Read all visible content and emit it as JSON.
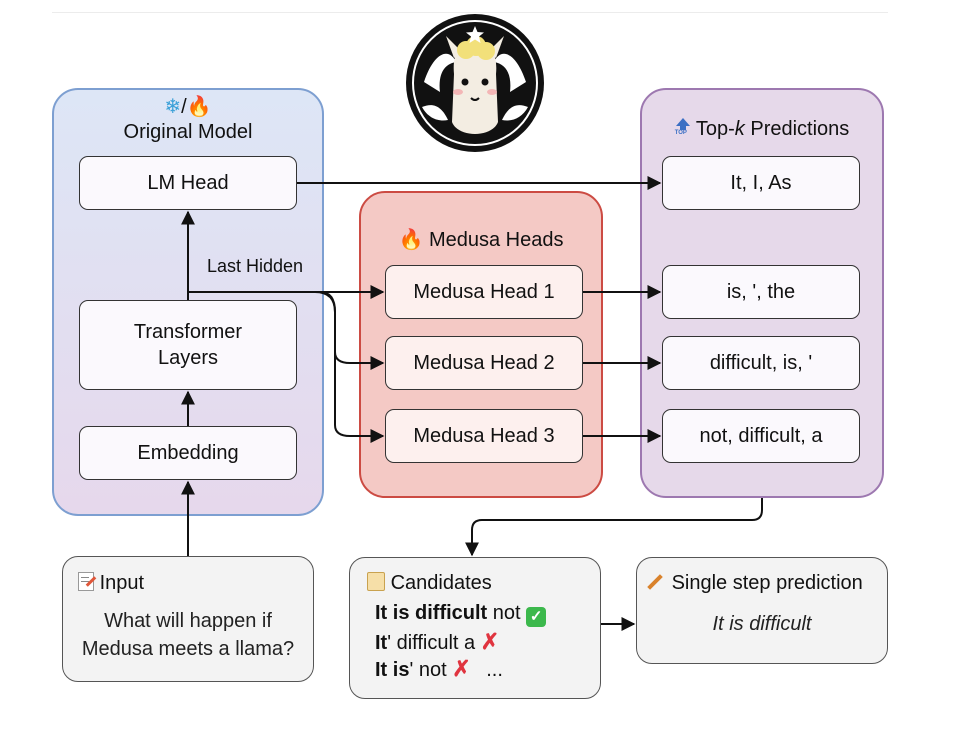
{
  "original_model": {
    "icons": [
      "snowflake-icon",
      "fire-icon"
    ],
    "separator": "/",
    "title": "Original Model",
    "lm_head": "LM Head",
    "transformer": [
      "Transformer",
      "Layers"
    ],
    "embedding": "Embedding",
    "last_hidden": "Last Hidden"
  },
  "medusa": {
    "icon": "fire-icon",
    "title": "Medusa Heads",
    "heads": [
      "Medusa Head 1",
      "Medusa Head 2",
      "Medusa Head 3"
    ]
  },
  "topk": {
    "icon": "top-arrow-icon",
    "title_prefix": "Top-",
    "title_k": "k",
    "title_suffix": " Predictions",
    "predictions": [
      "It, I, As",
      "is, ', the",
      "difficult, is, '",
      "not, difficult, a"
    ]
  },
  "input": {
    "icon": "memo-icon",
    "title": "Input",
    "text": [
      "What will happen if",
      "Medusa meets a llama?"
    ]
  },
  "candidates": {
    "icon": "scroll-icon",
    "title": "Candidates",
    "rows": [
      {
        "bold": "It is difficult",
        "rest": " not",
        "mark": "check"
      },
      {
        "bold": "It",
        "rest": "' difficult a",
        "mark": "cross"
      },
      {
        "bold": "It is",
        "rest": "' not",
        "mark": "cross",
        "extra": "..."
      }
    ]
  },
  "single_step": {
    "icon": "pen-icon",
    "title": "Single step prediction",
    "text": "It is difficult"
  },
  "colors": {
    "original_panel_top": "#dde6f6",
    "original_panel_bottom": "#e6d8ec",
    "original_border": "#7d9fd1",
    "medusa_panel": "#f4c9c5",
    "medusa_border": "#cc4b43",
    "topk_panel": "#e6d9ea",
    "topk_border": "#9d78b0",
    "check": "#3cb84c",
    "cross": "#e0343f"
  }
}
